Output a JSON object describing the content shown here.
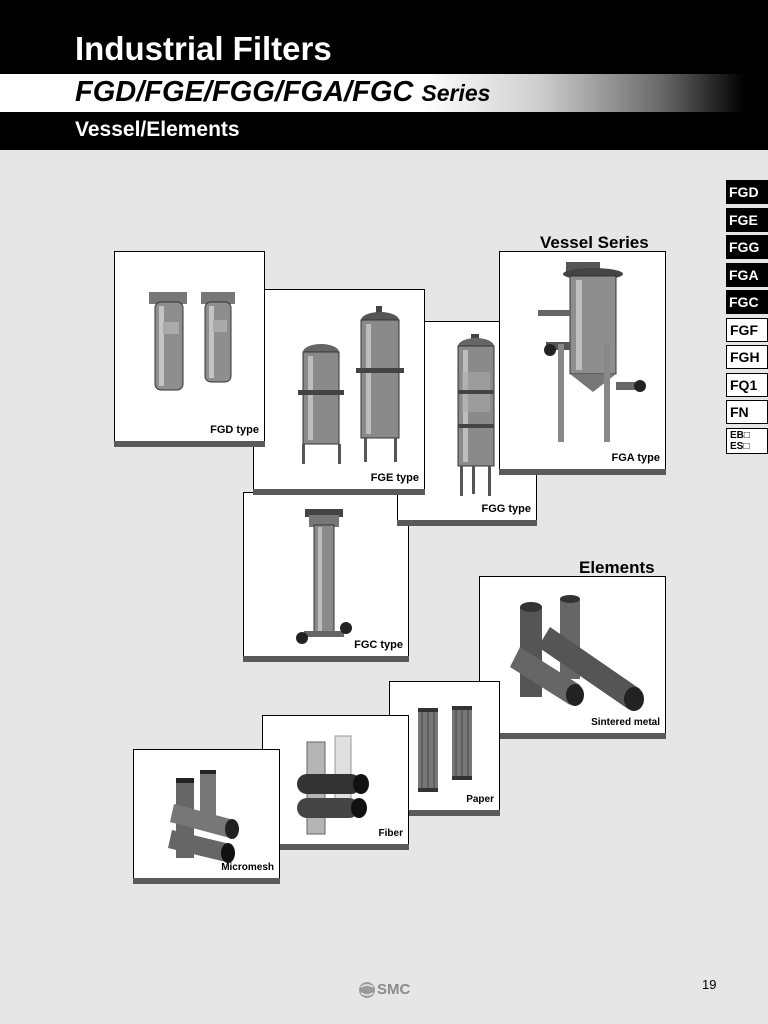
{
  "header": {
    "title": "Industrial Filters",
    "series_main": "FGD/FGE/FGG/FGA/FGC",
    "series_suffix": "Series",
    "subtitle": "Vessel/Elements"
  },
  "tabs": [
    "FGD",
    "FGE",
    "FGG",
    "FGA",
    "FGC",
    "FGF",
    "FGH",
    "FQ1",
    "FN",
    "EB□\nES□"
  ],
  "sections": {
    "vessel": "Vessel Series",
    "elements": "Elements"
  },
  "vessels": {
    "fgd": "FGD type",
    "fge": "FGE type",
    "fgg": "FGG type",
    "fga": "FGA type",
    "fgc": "FGC type"
  },
  "elements": {
    "sintered": "Sintered metal",
    "paper": "Paper",
    "fiber": "Fiber",
    "micromesh": "Micromesh"
  },
  "footer": {
    "page_number": "19",
    "logo_text": "SMC"
  }
}
